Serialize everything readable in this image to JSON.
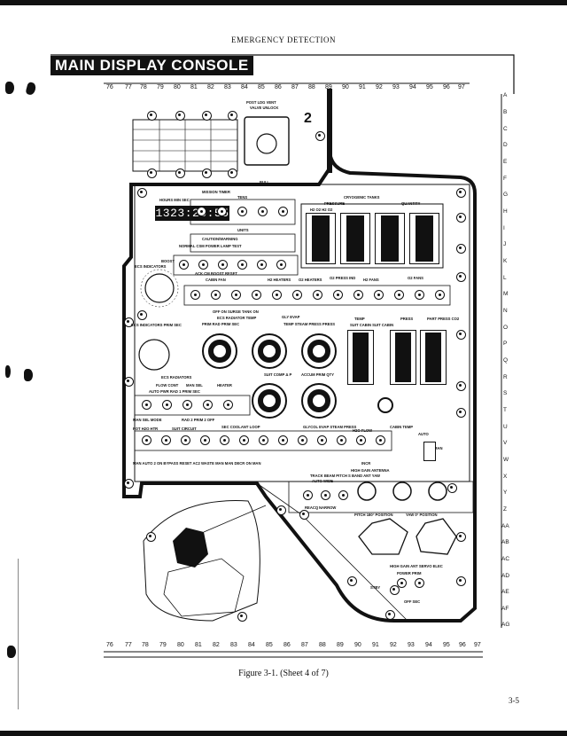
{
  "page": {
    "running_head": "EMERGENCY DETECTION",
    "caption": "Figure 3-1.  (Sheet 4 of 7)",
    "page_number": "3-5"
  },
  "diagram": {
    "title": "MAIN DISPLAY CONSOLE",
    "pane_number": "2",
    "column_labels": [
      "76",
      "77",
      "78",
      "79",
      "80",
      "81",
      "82",
      "83",
      "84",
      "85",
      "86",
      "87",
      "88",
      "89",
      "90",
      "91",
      "92",
      "93",
      "94",
      "95",
      "96",
      "97"
    ],
    "row_labels": [
      "A",
      "B",
      "C",
      "D",
      "E",
      "F",
      "G",
      "H",
      "I",
      "J",
      "K",
      "L",
      "M",
      "N",
      "O",
      "P",
      "Q",
      "R",
      "S",
      "T",
      "U",
      "V",
      "W",
      "X",
      "Y",
      "Z",
      "AA",
      "AB",
      "AC",
      "AD",
      "AE",
      "AF",
      "AG"
    ],
    "mission_timer": {
      "label": "MISSION TIMER",
      "units": "HOURS   MIN   SEC",
      "display": "1323:28:55"
    },
    "labels": {
      "post_ldg_vent": "POST LDG VENT",
      "valve_unlock": "VALVE UNLOCK",
      "pull": "PULL",
      "cryogenic_tanks": "CRYOGENIC TANKS",
      "pressure": "PRESSURE",
      "quantity": "QUANTITY",
      "h2_o2": "H2    O2    H2    O2",
      "tens": "TENS",
      "units_word": "UNITS",
      "caution_warning": "CAUTION/WARNING",
      "normal_csm_power_lamp_test": "NORMAL   CSM   POWER   LAMP TEST",
      "ack_cm_reset": "ACK   CM   BOOST   RESET",
      "boost": "BOOST",
      "ecs_indicators": "ECS INDICATORS",
      "ecs_indicators_prim_sec": "ECS INDICATORS PRIM  SEC",
      "cabin_fan": "CABIN FAN",
      "h2_heaters": "H2 HEATERS",
      "o2_heaters": "O2 HEATERS",
      "o2_press_ind": "O2 PRESS IND",
      "h2_fans": "H2 FANS",
      "o2_fans": "O2 FANS",
      "off_on_surge_tank": "OFF    ON    SURGE TANK    ON",
      "ecs_radiator_temp": "ECS RADIATOR TEMP",
      "gly_evap": "GLY EVAP",
      "prim_rad_sec": "PRIM RAD  PRIM  SEC",
      "temp_steam_press_press": "TEMP  STEAM PRESS  PRESS",
      "temp": "TEMP",
      "press": "PRESS",
      "part_press_co2": "PART PRESS CO2",
      "suit_cabin": "SUIT  CABIN  SUIT  CABIN",
      "ecs_radiators": "ECS RADIATORS",
      "flow_cont": "FLOW CONT",
      "man_sel": "MAN SEL",
      "heater": "HEATER",
      "suit_comp_dp": "SUIT COMP Δ P",
      "accum_qty": "ACCUM PRIM QTY",
      "auto_pwr_rad1_prim_sec": "AUTO  PWR  RAD 1  PRIM  SEC",
      "man_sel_mode": "MAN SEL MODE",
      "rad2_prim2_off": "RAD 2   PRIM 2   OFF",
      "pot_h2o_htr": "POT H2O HTR",
      "suit_circuit": "SUIT CIRCUIT",
      "sec_coolant_loop": "SEC COOLANT LOOP",
      "gly_evap_steam_press": "GLYCOL EVAP STEAM PRESS",
      "h2o_flow": "H2O FLOW",
      "cabin_temp": "CABIN TEMP",
      "auto": "AUTO",
      "man_auto_bypass": "MAN  AUTO 2  ON  BYPASS RESET  AC2  WASTE  MAN  MAN  DECR  ON  MAN",
      "high_gain_antenna": "HIGH GAIN ANTENNA",
      "track_beam_pitch_yaw": "TRACK   BEAM   PITCH   S BAND ANT   YAW",
      "auto_wide": "AUTO   WIDE",
      "reacq": "REACQ",
      "narrow": "NARROW",
      "pitch_position": "PITCH   180°   POSITION",
      "yaw_position": "YAW   0°   POSITION",
      "high_gain_servo": "HIGH GAIN ANT SERVO ELEC",
      "power_prim": "POWER  PRIM",
      "stby": "STBY",
      "off_sec": "OFF   SEC",
      "incr": "INCR",
      "man": "MAN"
    }
  }
}
